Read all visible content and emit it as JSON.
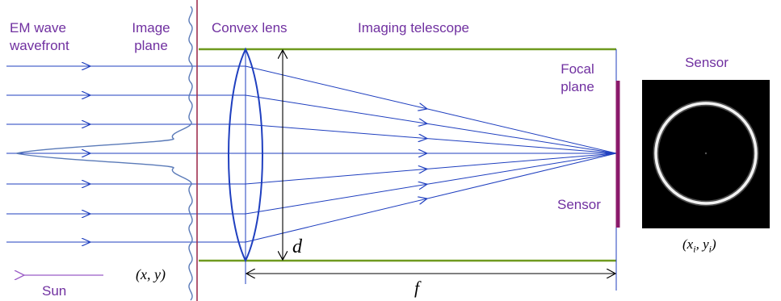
{
  "labels": {
    "em_wave_line1": "EM wave",
    "em_wave_line2": "wavefront",
    "image_plane_line1": "Image",
    "image_plane_line2": "plane",
    "convex_lens": "Convex lens",
    "imaging_telescope": "Imaging telescope",
    "focal_plane_line1": "Focal",
    "focal_plane_line2": "plane",
    "sensor_side": "Sensor",
    "sensor_image_title": "Sensor",
    "sun": "Sun",
    "coord_xy": "(x, y)",
    "coord_xiyi": "(x_i, y_i)",
    "d": "d",
    "f": "f"
  },
  "colors": {
    "text_purple": "#7030a0",
    "ray_blue": "#1f3fbf",
    "tube_green": "#6f9a1f",
    "plane_red": "#a03050",
    "sensor_bar": "#8b1a6b",
    "wave_blue": "#5a7ab8"
  },
  "counts": {
    "incoming_rays": 7,
    "ray_fan": 7
  }
}
